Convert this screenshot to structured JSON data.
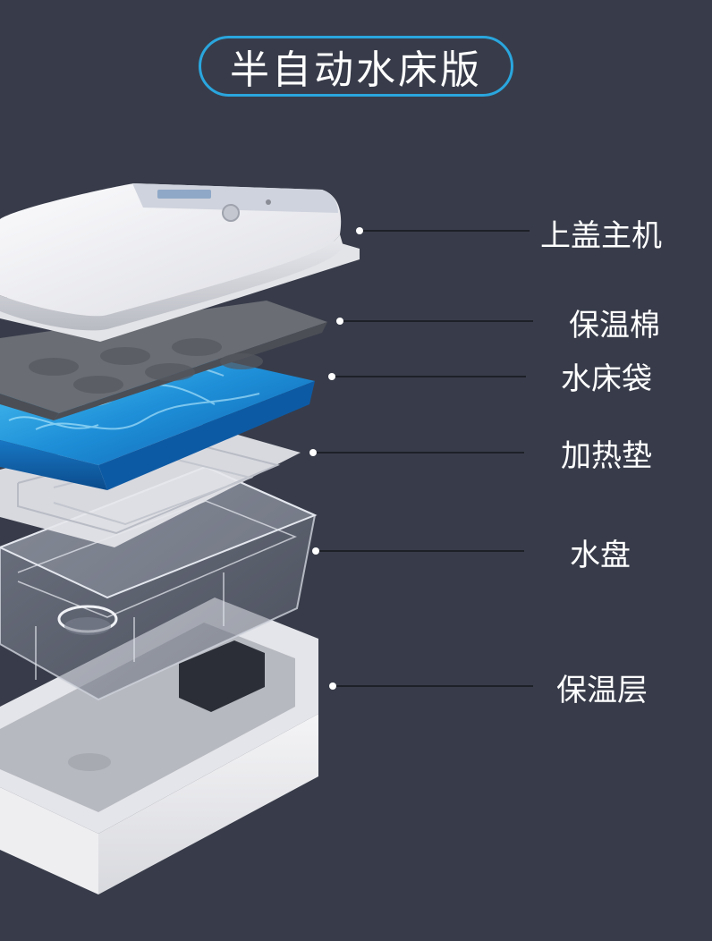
{
  "title": "半自动水床版",
  "components": [
    {
      "label": "上盖主机"
    },
    {
      "label": "保温棉"
    },
    {
      "label": "水床袋"
    },
    {
      "label": "加热垫"
    },
    {
      "label": "水盘"
    },
    {
      "label": "保温层"
    }
  ],
  "colors": {
    "background": "#383c4a",
    "accent": "#2aa6de",
    "label_text": "#ffffff"
  }
}
